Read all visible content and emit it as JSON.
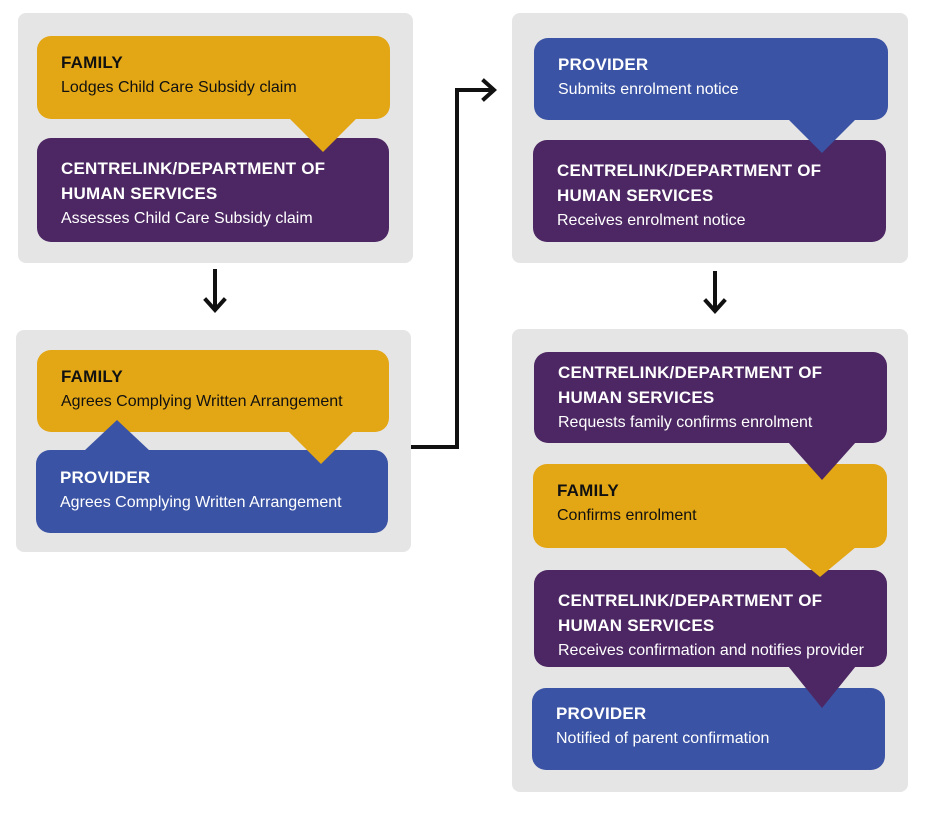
{
  "panel_1": {
    "family": {
      "role": "FAMILY",
      "action": "Lodges Child Care Subsidy claim"
    },
    "centrelink": {
      "role": "CENTRELINK/DEPARTMENT OF HUMAN SERVICES",
      "action": "Assesses Child Care Subsidy claim"
    }
  },
  "panel_2": {
    "family": {
      "role": "FAMILY",
      "action": "Agrees Complying Written Arrangement"
    },
    "provider": {
      "role": "PROVIDER",
      "action": "Agrees Complying Written Arrangement"
    }
  },
  "panel_3": {
    "provider": {
      "role": "PROVIDER",
      "action": "Submits enrolment notice"
    },
    "centrelink": {
      "role": "CENTRELINK/DEPARTMENT OF HUMAN SERVICES",
      "action": "Receives enrolment notice"
    }
  },
  "panel_4": {
    "centrelink_request": {
      "role": "CENTRELINK/DEPARTMENT OF HUMAN SERVICES",
      "action": "Requests family confirms enrolment"
    },
    "family": {
      "role": "FAMILY",
      "action": "Confirms enrolment"
    },
    "centrelink_receive": {
      "role": "CENTRELINK/DEPARTMENT OF HUMAN SERVICES",
      "action": "Receives confirmation and notifies provider"
    },
    "provider": {
      "role": "PROVIDER",
      "action": "Notified of parent confirmation"
    }
  },
  "colors": {
    "family": "#e3a614",
    "centrelink": "#4d2763",
    "provider": "#3a53a4",
    "panel": "#e6e5e6",
    "connector": "#111111"
  }
}
